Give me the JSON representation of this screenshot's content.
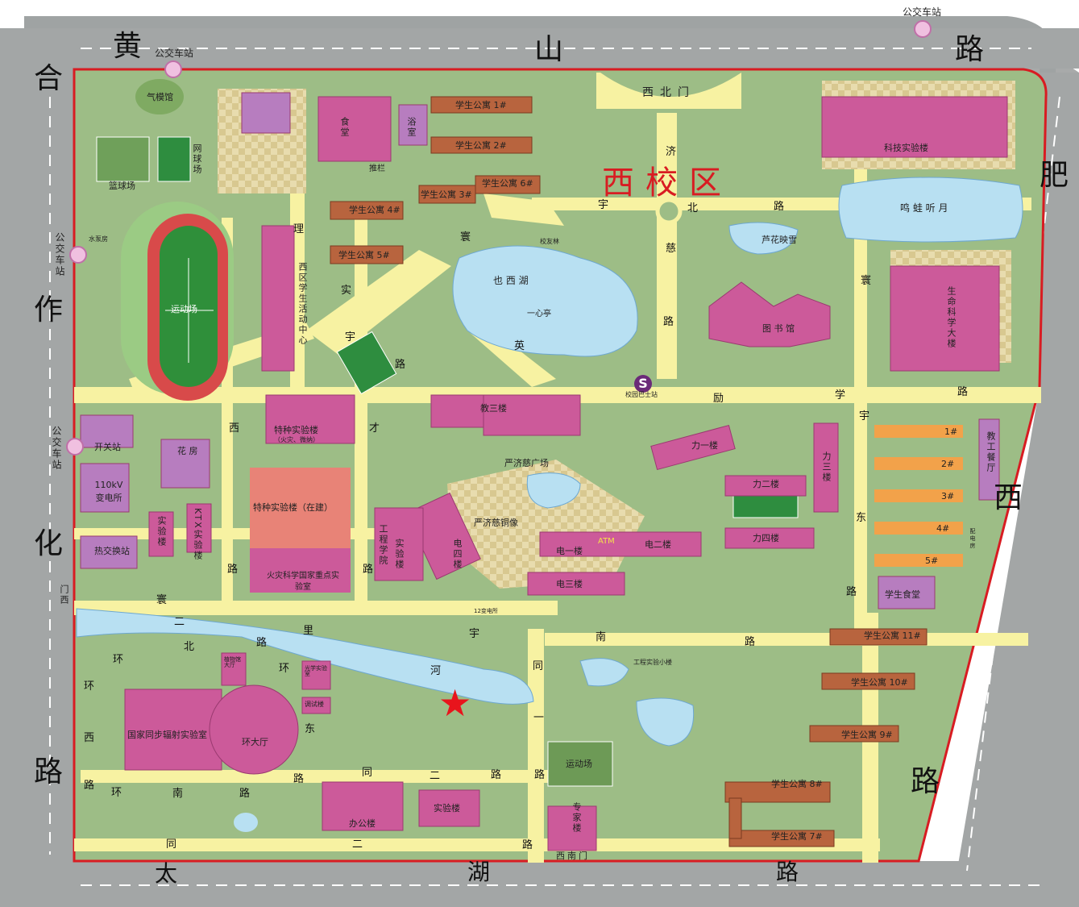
{
  "map": {
    "campus_title": "西校区",
    "streets": {
      "north": "黄  山  路",
      "north_chars": [
        "黄",
        "山",
        "路"
      ],
      "west_chars": [
        "合",
        "作",
        "化",
        "路"
      ],
      "south_chars": [
        "太",
        "湖",
        "路"
      ],
      "east_chars": [
        "肥",
        "西",
        "路"
      ]
    },
    "bus_stops": [
      "公交车站",
      "公交车站",
      "公交车站",
      "公交车站"
    ],
    "gates": {
      "northwest_gate": "西北门",
      "southwest_gate": "西南门",
      "west_gate": "门西"
    },
    "buildings": {
      "qimo": "气模馆",
      "tennis": "网球场",
      "basketball": "篮球场",
      "stadium": "运动场",
      "canteen": "食堂",
      "bath": "浴室",
      "tuolan": "推栏",
      "dorm1": "学生公寓 1#",
      "dorm2": "学生公寓 2#",
      "dorm3": "学生公寓 3#",
      "dorm4": "学生公寓 4#",
      "dorm5": "学生公寓 5#",
      "dorm6": "学生公寓 6#",
      "activity_center": "西区学生活动中心",
      "pump": "水泵房",
      "switch": "开关站",
      "substation": "110kV 变电所",
      "greenhouse": "花 房",
      "special_lab": "特种实验楼",
      "special_lab_sub": "（火灾、微纳）",
      "special_lab_building": "特种实验楼（在建）",
      "exp_building": "实验楼",
      "ktx": "KTX实验楼",
      "heat_exchange": "热交换站",
      "fire_lab": "火灾科学国家重点实验室",
      "engineering": "工程学院",
      "exp_building2": "实验楼",
      "dian4": "电四楼",
      "dian1": "电一楼",
      "dian2": "电二楼",
      "dian3": "电三楼",
      "atm": "ATM",
      "jiaosan": "教三楼",
      "li1": "力一楼",
      "li2": "力二楼",
      "li3": "力三楼",
      "li4": "力四楼",
      "square": "严济慈广场",
      "statue": "严济慈铜像",
      "lake": "也  西  湖",
      "pavilion": "一心亭",
      "youth_tree": "校友林",
      "reed": "芦花映雪",
      "frog_pond": "鸣  蛙  听  月",
      "library": "图 书 馆",
      "life_science": "生命科学大楼",
      "tech_lab": "科技实验楼",
      "bus_station": "校园巴士站",
      "s_badge": "S",
      "teacher_canteen": "教工餐厅",
      "student_canteen": "学生食堂",
      "apt1": "1#",
      "apt2": "2#",
      "apt3": "3#",
      "apt4": "4#",
      "apt5": "5#",
      "dorm7": "学生公寓 7#",
      "dorm8": "学生公寓 8#",
      "dorm9": "学生公寓 9#",
      "dorm10": "学生公寓 10#",
      "dorm11": "学生公寓 11#",
      "synchrotron": "国家同步辐射实验室",
      "ring_hall": "环大厅",
      "instrument_hall": "植物馆大厅",
      "optics": "光学实验室",
      "test_bldg": "调试楼",
      "office": "办公楼",
      "lab_bldg": "实验楼",
      "expert_bldg": "专家楼",
      "sports_field": "运动场",
      "eng_lab_small": "工程实验小楼",
      "tower_small": "12变电所",
      "power_house": "配电房"
    },
    "roads": {
      "lishi": [
        "理",
        "实",
        "宇",
        "路"
      ],
      "huanyu": [
        "寰",
        "宇",
        "北",
        "路"
      ],
      "jici": [
        "济",
        "慈",
        "路"
      ],
      "xicai": [
        "西",
        "才",
        "路"
      ],
      "yingyu": [
        "英"
      ],
      "lixue": [
        "励",
        "学",
        "路"
      ],
      "huanyu_east": [
        "寰",
        "宇",
        "东",
        "路"
      ],
      "huanyu_west": [
        "寰",
        "宇",
        "西",
        "路"
      ],
      "erli": [
        "二",
        "里"
      ],
      "river": "河",
      "yunan": [
        "宇",
        "南",
        "路"
      ],
      "huanbei": [
        "北",
        "路"
      ],
      "tongyi": [
        "同",
        "一",
        "路"
      ],
      "tonger": [
        "同",
        "二",
        "路"
      ],
      "huan_west": [
        "环",
        "西",
        "路"
      ],
      "huan_south": [
        "环",
        "南",
        "路"
      ],
      "huan_east": [
        "环",
        "东"
      ],
      "tong_south": [
        "同",
        "二",
        "路"
      ]
    }
  }
}
